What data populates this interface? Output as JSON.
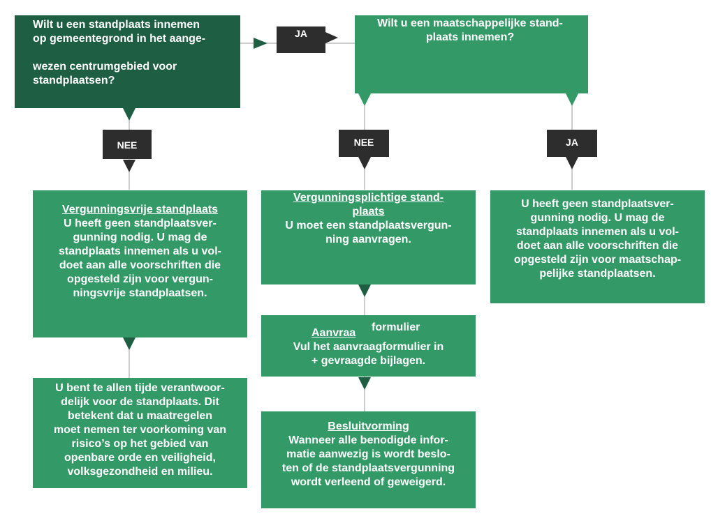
{
  "question_1": "Wilt u een standplaats innemen\nop gemeentegrond in het aange-\n\nwezen centrumgebied voor\nstandplaatsen?",
  "question_2": "Wilt u een maatschappelijke stand-\nplaats innemen?",
  "labels": {
    "ja_1": "JA",
    "nee_1": "NEE",
    "nee_2": "NEE",
    "ja_2": "JA"
  },
  "vergunningsvrij": {
    "title": "Vergunningsvrije standplaats",
    "body": "U heeft geen standplaatsver-\ngunning nodig. U mag de\nstandplaats innemen als u vol-\ndoet aan alle voorschriften die\nopgesteld zijn voor vergun-\nningsvrije standplaatsen."
  },
  "verantwoordelijk": {
    "body": "U bent te allen tijde verantwoor-\ndelijk voor de standplaats. Dit\nbetekent dat u maatregelen\nmoet nemen ter voorkoming van\nrisico’s op het gebied van\nopenbare orde en veiligheid,\nvolksgezondheid en milieu."
  },
  "vergunningsplichtig": {
    "title": "Vergunningsplichtige stand-\nplaats",
    "body": "U moet een standplaatsvergun-\nning aanvragen."
  },
  "aanvraag": {
    "title": "Aanvraa",
    "title_extra": "formulier",
    "body": "Vul het aanvraagformulier in\n+ gevraagde bijlagen."
  },
  "besluitvorming": {
    "title": "Besluitvorming",
    "body": "Wanneer alle benodigde infor-\nmatie aanwezig is wordt beslo-\nten of de standplaatsvergunning\nwordt verleend of geweigerd."
  },
  "maatschappelijk": {
    "body": "U heeft geen standplaatsver-\ngunning nodig. U mag de\nstandplaats innemen als u vol-\ndoet aan alle voorschriften die\nopgesteld zijn voor maatschap-\npelijke standplaatsen."
  },
  "colors": {
    "dark_green": "#1e5e42",
    "green": "#339966",
    "tag": "#2d2d2d",
    "connector": "#9a9a9a"
  }
}
